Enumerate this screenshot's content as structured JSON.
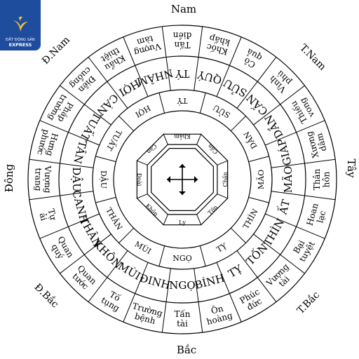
{
  "brand": {
    "line1": "ĐẤT ĐỘNG SẢN",
    "line2": "EXPRESS"
  },
  "directions": {
    "south": "Nam",
    "north": "Bắc",
    "east": "Đông",
    "west": "Tây",
    "southeast": "Đ.Nam",
    "southwest": "T.Nam",
    "northeast": "Đ.Bắc",
    "northwest": "T.Bắc"
  },
  "rings": {
    "luck": [
      "Tấn tài",
      "Trường bệnh",
      "Tố tụng",
      "Quan tước",
      "Quan quý",
      "Tự ải",
      "Vượng trang",
      "Hưng phước",
      "Pháp trường",
      "Điên cuồng",
      "Khẩu thiệt",
      "Vượng tàm",
      "Tấn điền",
      "Khốc khấp",
      "Cô quả",
      "Vinh phú",
      "Thiếu vong",
      "Xương dâm",
      "Thân hôn",
      "Hoan lạc",
      "Bại tuyệt",
      "Vượng tài",
      "Phúc đức",
      "Ôn hoàng"
    ],
    "mountains": [
      "NGỌ",
      "ĐINH",
      "MÙI",
      "KHÔN",
      "THÂN",
      "CANH",
      "DẬU",
      "TÂN",
      "TUẤT",
      "CÀN",
      "HỢI",
      "NHÂM",
      "TÝ",
      "QUÝ",
      "SỬU",
      "CẤN",
      "DẦN",
      "GIÁP",
      "MÃO",
      "ẤT",
      "THÌN",
      "TỐN",
      "TỴ",
      "BÍNH"
    ],
    "branches": [
      "NGỌ",
      "MÙI",
      "THÂN",
      "DẬU",
      "TUẤT",
      "HỢI",
      "TÝ",
      "SỬU",
      "DẦN",
      "MÃO",
      "THÌN",
      "TỴ"
    ],
    "trigrams": [
      "Ly",
      "Khôn",
      "Đoài",
      "Càn",
      "Khảm",
      "Cấn",
      "Chấn",
      "Tốn"
    ]
  }
}
